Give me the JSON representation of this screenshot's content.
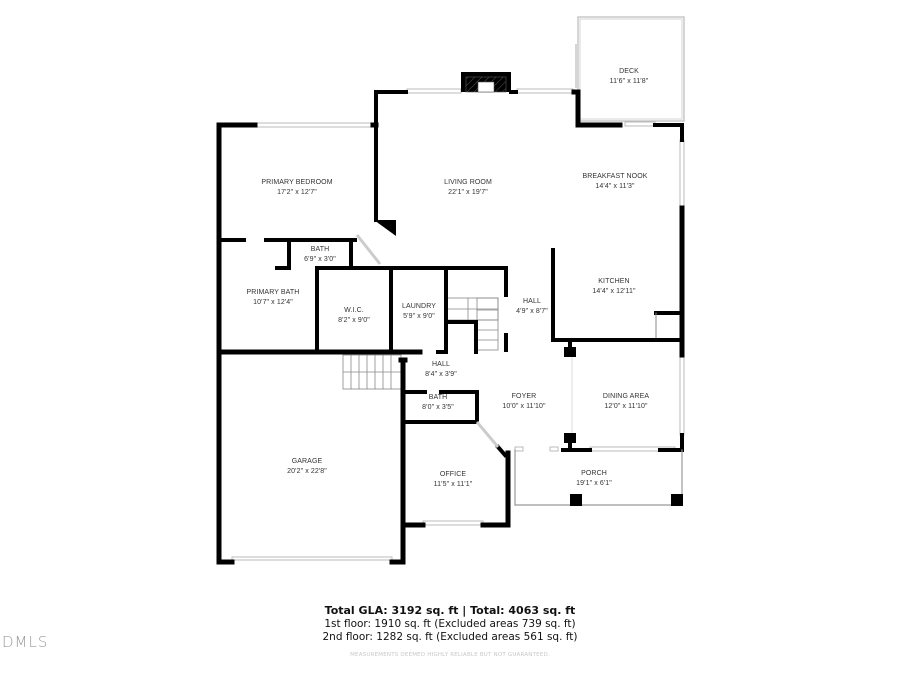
{
  "rooms": {
    "deck": {
      "name": "DECK",
      "dims": "11'6\" x 11'8\""
    },
    "primary_bedroom": {
      "name": "PRIMARY BEDROOM",
      "dims": "17'2\" x 12'7\""
    },
    "living_room": {
      "name": "LIVING ROOM",
      "dims": "22'1\" x 19'7\""
    },
    "breakfast_nook": {
      "name": "BREAKFAST NOOK",
      "dims": "14'4\" x 11'3\""
    },
    "bath_upper": {
      "name": "BATH",
      "dims": "6'9\" x 3'0\""
    },
    "kitchen": {
      "name": "KITCHEN",
      "dims": "14'4\" x 12'11\""
    },
    "primary_bath": {
      "name": "PRIMARY BATH",
      "dims": "10'7\" x 12'4\""
    },
    "wic": {
      "name": "W.I.C.",
      "dims": "8'2\" x 9'0\""
    },
    "laundry": {
      "name": "LAUNDRY",
      "dims": "5'9\" x 9'0\""
    },
    "hall_right": {
      "name": "HALL",
      "dims": "4'9\" x 8'7\""
    },
    "hall_center": {
      "name": "HALL",
      "dims": "8'4\" x 3'9\""
    },
    "bath_lower": {
      "name": "BATH",
      "dims": "8'0\" x 3'5\""
    },
    "foyer": {
      "name": "FOYER",
      "dims": "10'0\" x 11'10\""
    },
    "dining_area": {
      "name": "DINING AREA",
      "dims": "12'0\" x 11'10\""
    },
    "garage": {
      "name": "GARAGE",
      "dims": "20'2\" x 22'8\""
    },
    "office": {
      "name": "OFFICE",
      "dims": "11'5\" x 11'1\""
    },
    "porch": {
      "name": "PORCH",
      "dims": "19'1\" x 6'1\""
    }
  },
  "footer": {
    "totals": "Total GLA: 3192 sq. ft | Total: 4063 sq. ft",
    "first_floor": "1st floor: 1910 sq. ft (Excluded areas 739 sq. ft)",
    "second_floor": "2nd floor: 1282 sq. ft (Excluded areas 561 sq. ft)",
    "disclaimer": "MEASUREMENTS DEEMED HIGHLY RELIABLE BUT NOT GUARANTEED."
  },
  "watermark": "DMLS",
  "colors": {
    "wall": "#000000",
    "window": "#cfcfcf",
    "text": "#333333"
  }
}
